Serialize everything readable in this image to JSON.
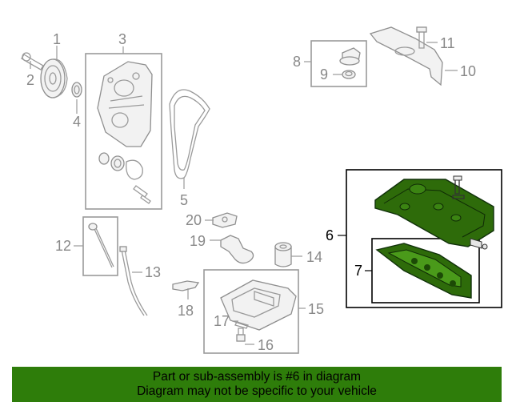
{
  "diagram": {
    "callouts": {
      "c1": "1",
      "c2": "2",
      "c3": "3",
      "c4": "4",
      "c5": "5",
      "c6": "6",
      "c7": "7",
      "c8": "8",
      "c9": "9",
      "c10": "10",
      "c11": "11",
      "c12": "12",
      "c13": "13",
      "c14": "14",
      "c15": "15",
      "c16": "16",
      "c17": "17",
      "c18": "18",
      "c19": "19",
      "c20": "20"
    },
    "highlight_color": "#2e6b0a"
  },
  "banner": {
    "line1": "Part or sub-assembly is #6 in diagram",
    "line2": "Diagram may not be specific to your vehicle",
    "background": "#2e7d0a"
  }
}
